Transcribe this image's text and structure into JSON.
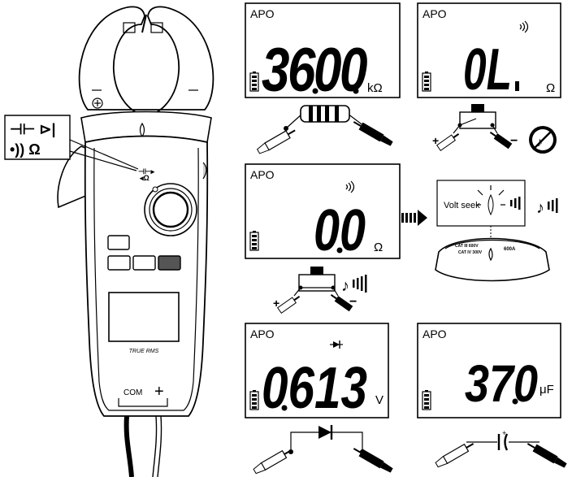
{
  "meter": {
    "function_icons_1": "⊣⊢ ⊳|",
    "function_icons_2": "•)) Ω",
    "com_label": "COM",
    "plus_label": "+",
    "true_rms_label": "TRUE RMS"
  },
  "panels": [
    {
      "id": "resistance",
      "apo": "APO",
      "reading": "3600",
      "unit": "kΩ",
      "sound_icon": false
    },
    {
      "id": "open-continuity",
      "apo": "APO",
      "reading": "0L",
      "unit": "Ω",
      "sound_icon": true
    },
    {
      "id": "continuity",
      "apo": "APO",
      "reading": "00",
      "unit": "Ω",
      "sound_icon": true
    },
    {
      "id": "diode",
      "apo": "APO",
      "reading": "0613",
      "unit": "V",
      "diode_icon": true
    },
    {
      "id": "capacitance",
      "apo": "APO",
      "reading": "370",
      "unit": "μF",
      "sound_icon": false
    }
  ],
  "volt_seek": {
    "label": "Volt seek"
  }
}
